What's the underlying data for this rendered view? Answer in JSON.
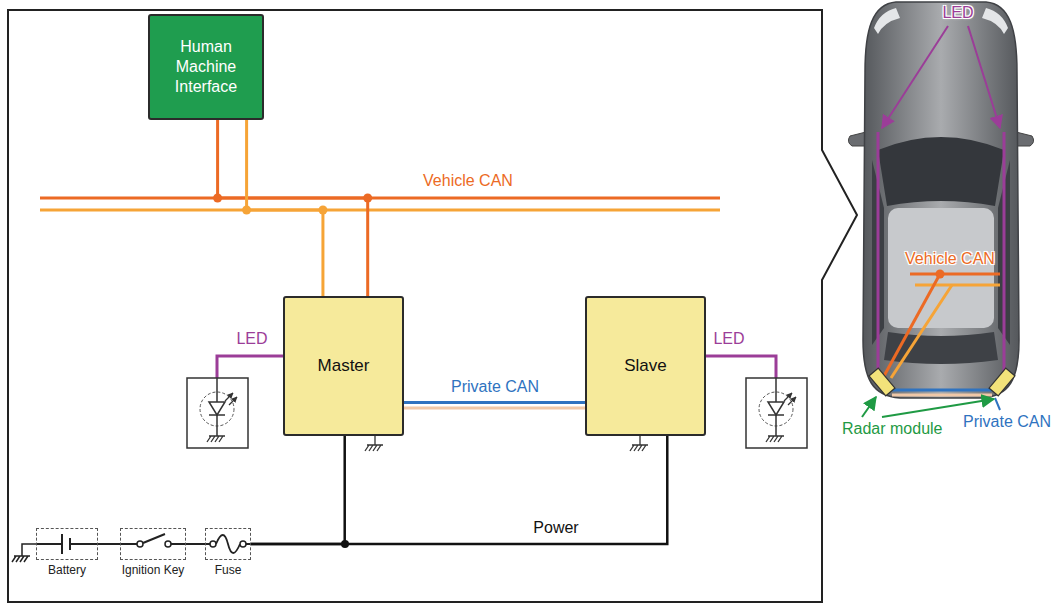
{
  "diagram": {
    "nodes": [
      {
        "text": [
          "Human Machine Interface"
        ]
      },
      {
        "text": [
          "Master"
        ]
      },
      {
        "text": [
          "Slave"
        ]
      },
      {
        "text": [
          "Battery"
        ]
      },
      {
        "text": [
          "Ignition Key"
        ]
      },
      {
        "text": [
          "Fuse"
        ]
      }
    ],
    "edges": [
      {
        "from": 0,
        "to": 1,
        "label": "Vehicle CAN",
        "arrow": "none"
      },
      {
        "from": 1,
        "to": 2,
        "label": "Private CAN",
        "arrow": "none"
      },
      {
        "from": 3,
        "to": 4,
        "arrow": "none"
      },
      {
        "from": 4,
        "to": 5,
        "arrow": "none"
      },
      {
        "from": 5,
        "to": 1,
        "arrow": "none"
      },
      {
        "from": 5,
        "to": 2,
        "label": "Power",
        "arrow": "none"
      }
    ],
    "labels": [
      "LED",
      "LED",
      "LED",
      "Vehicle CAN",
      "Private CAN",
      "Radar module"
    ]
  }
}
